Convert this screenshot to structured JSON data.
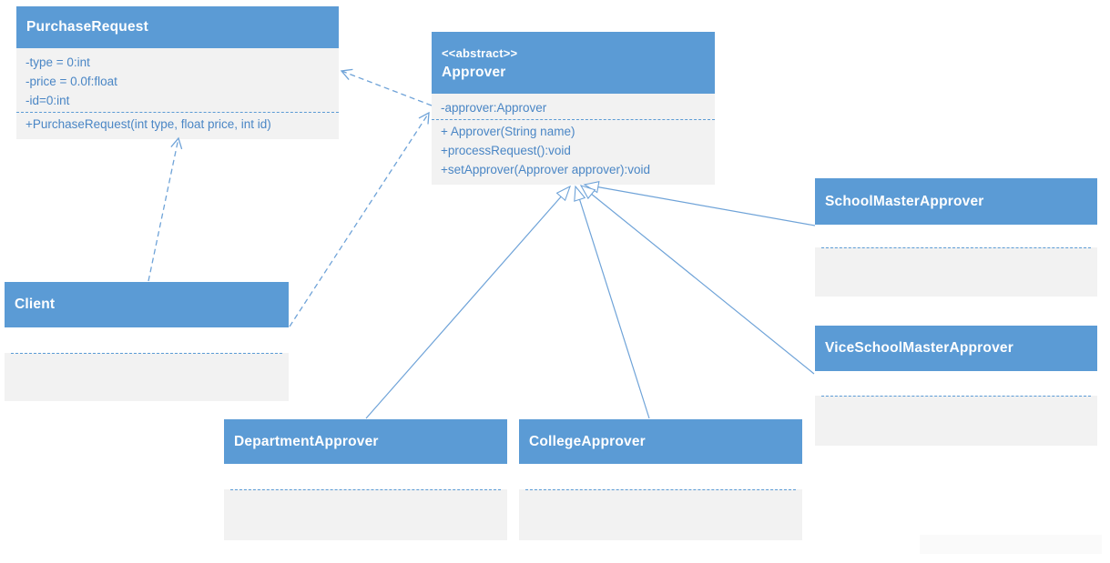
{
  "diagram": {
    "kind": "uml-class-diagram",
    "colors": {
      "header_bg": "#5b9bd5",
      "header_text": "#ffffff",
      "body_bg": "#f2f2f2",
      "body_text": "#4a86c5",
      "line": "#6fa3d8"
    },
    "classes": [
      {
        "id": "purchase-request",
        "stereotype": "",
        "name": "PurchaseRequest",
        "attributes": [
          "-type = 0:int",
          "-price = 0.0f:float",
          "-id=0:int"
        ],
        "methods": [
          "+PurchaseRequest(int type, float price, int id)"
        ]
      },
      {
        "id": "approver",
        "stereotype": "<<abstract>>",
        "name": "Approver",
        "attributes": [
          "-approver:Approver"
        ],
        "methods": [
          "+ Approver(String name)",
          "+processRequest():void",
          "+setApprover(Approver approver):void"
        ]
      },
      {
        "id": "client",
        "stereotype": "",
        "name": "Client",
        "attributes": [],
        "methods": []
      },
      {
        "id": "school-master-approver",
        "stereotype": "",
        "name": "SchoolMasterApprover",
        "attributes": [],
        "methods": []
      },
      {
        "id": "vice-school-master-approver",
        "stereotype": "",
        "name": "ViceSchoolMasterApprover",
        "attributes": [],
        "methods": []
      },
      {
        "id": "department-approver",
        "stereotype": "",
        "name": "DepartmentApprover",
        "attributes": [],
        "methods": []
      },
      {
        "id": "college-approver",
        "stereotype": "",
        "name": "CollegeApprover",
        "attributes": [],
        "methods": []
      }
    ],
    "relationships": [
      {
        "from": "Approver",
        "to": "PurchaseRequest",
        "type": "dependency",
        "style": "dashed-open-arrow"
      },
      {
        "from": "Client",
        "to": "PurchaseRequest",
        "type": "dependency",
        "style": "dashed-open-arrow"
      },
      {
        "from": "Client",
        "to": "Approver",
        "type": "dependency",
        "style": "dashed-open-arrow"
      },
      {
        "from": "DepartmentApprover",
        "to": "Approver",
        "type": "generalization",
        "style": "solid-hollow-triangle"
      },
      {
        "from": "CollegeApprover",
        "to": "Approver",
        "type": "generalization",
        "style": "solid-hollow-triangle"
      },
      {
        "from": "SchoolMasterApprover",
        "to": "Approver",
        "type": "generalization",
        "style": "solid-hollow-triangle"
      },
      {
        "from": "ViceSchoolMasterApprover",
        "to": "Approver",
        "type": "generalization",
        "style": "solid-hollow-triangle"
      }
    ]
  }
}
